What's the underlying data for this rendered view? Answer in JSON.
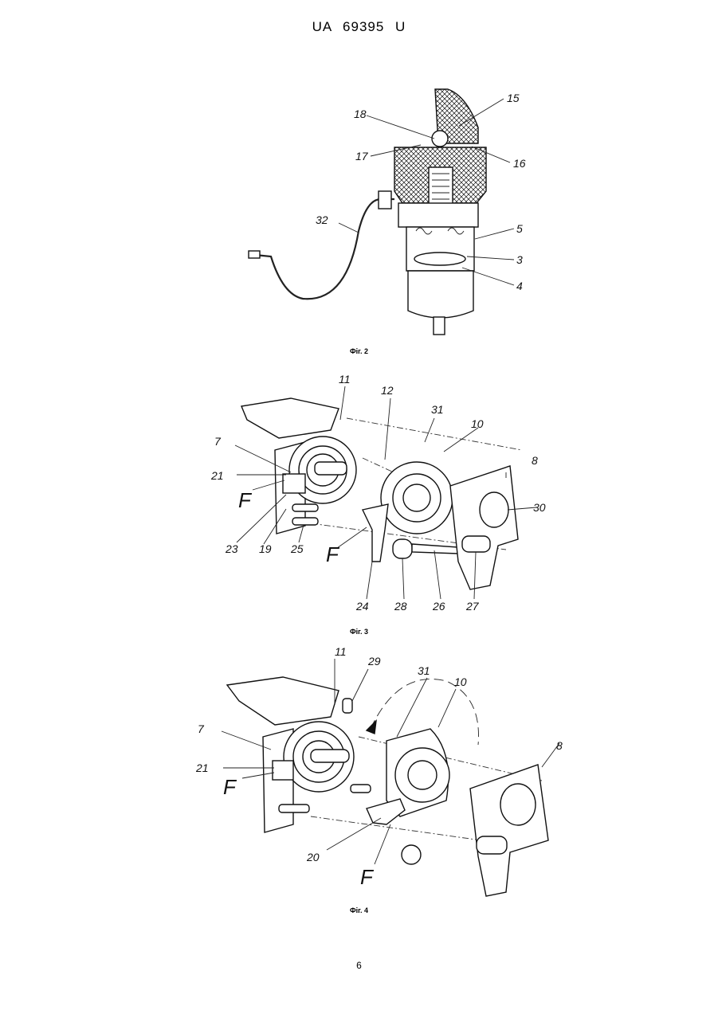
{
  "header": {
    "doc_number": "UA   69395   U"
  },
  "figures": [
    {
      "caption": "Фіг. 2",
      "labels": [
        "15",
        "18",
        "17",
        "16",
        "32",
        "5",
        "3",
        "4"
      ]
    },
    {
      "caption": "Фіг. 3",
      "labels": [
        "11",
        "12",
        "31",
        "10",
        "7",
        "21",
        "F",
        "8",
        "30",
        "23",
        "19",
        "25",
        "F",
        "24",
        "28",
        "26",
        "27"
      ]
    },
    {
      "caption": "Фіг. 4",
      "labels": [
        "11",
        "29",
        "31",
        "10",
        "7",
        "21",
        "F",
        "8",
        "20",
        "F"
      ]
    }
  ],
  "footer": {
    "page_number": "6"
  }
}
